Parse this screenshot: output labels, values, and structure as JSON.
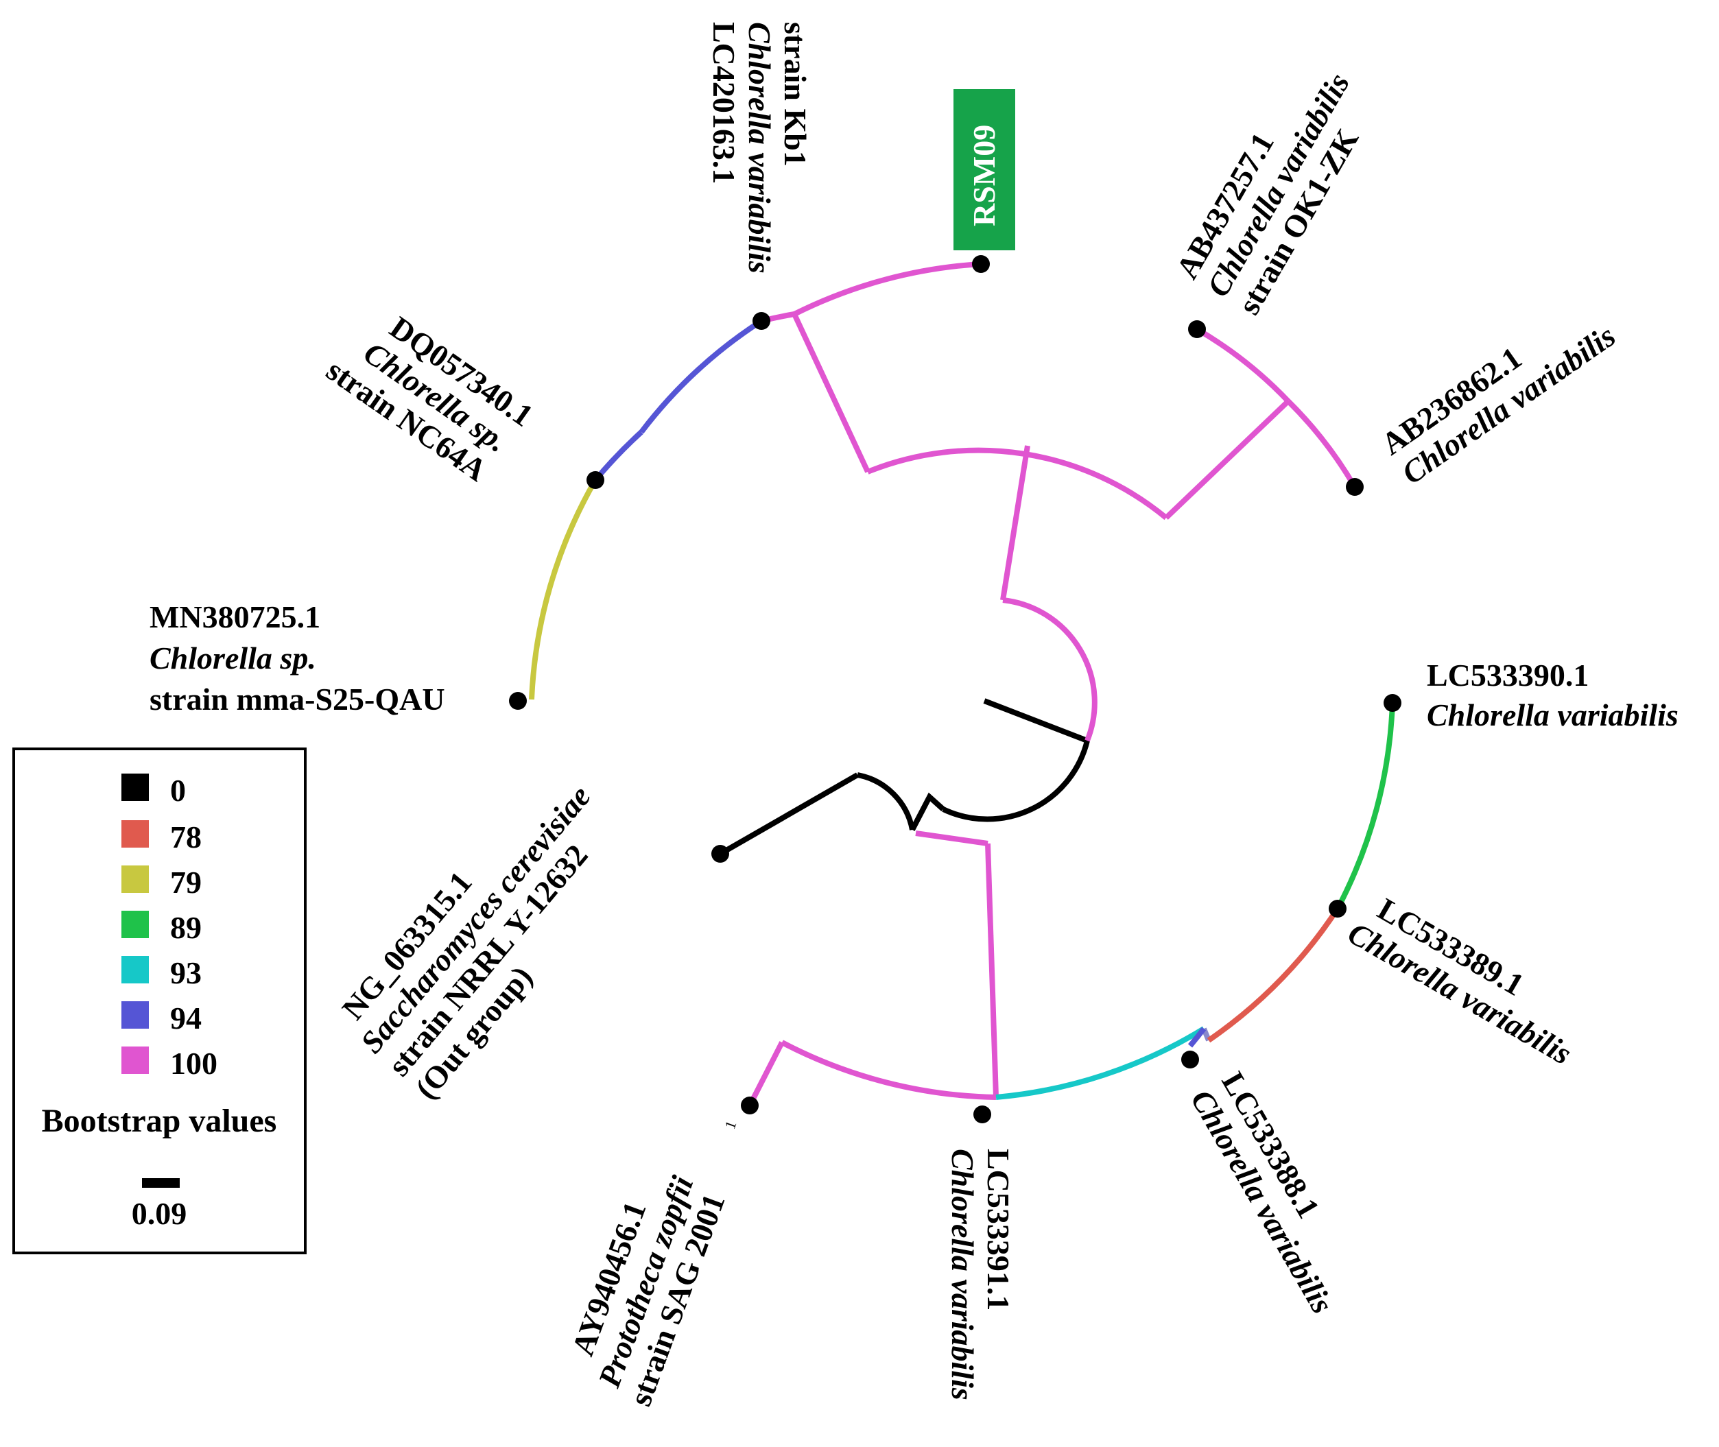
{
  "legend": {
    "title": "Bootstrap values",
    "entries": [
      {
        "value": "0",
        "color": "#000000"
      },
      {
        "value": "78",
        "color": "#e05a4e"
      },
      {
        "value": "79",
        "color": "#c8c840"
      },
      {
        "value": "89",
        "color": "#1fc24a"
      },
      {
        "value": "93",
        "color": "#16c8c8"
      },
      {
        "value": "94",
        "color": "#5555d5"
      },
      {
        "value": "100",
        "color": "#e055d0"
      }
    ],
    "scale_label": "0.09"
  },
  "highlight": {
    "color": "#16a34a"
  },
  "taxa": [
    {
      "id": "lc420163",
      "lines": [
        {
          "text": "LC420163.1",
          "style": "bold"
        },
        {
          "text": "Chlorella variabilis",
          "style": "bold-italic"
        },
        {
          "text": "strain Kb1",
          "style": "bold"
        }
      ]
    },
    {
      "id": "rsm09",
      "lines": [
        {
          "text": "RSM09",
          "style": "bold"
        }
      ]
    },
    {
      "id": "ab437257",
      "lines": [
        {
          "text": "AB437257.1",
          "style": "bold"
        },
        {
          "text": "Chlorella variabilis",
          "style": "bold-italic"
        },
        {
          "text": "strain OK1-ZK",
          "style": "bold"
        }
      ]
    },
    {
      "id": "ab236862",
      "lines": [
        {
          "text": "AB236862.1",
          "style": "bold"
        },
        {
          "text": "Chlorella variabilis",
          "style": "bold-italic"
        }
      ]
    },
    {
      "id": "dq057340",
      "lines": [
        {
          "text": "DQ057340.1",
          "style": "bold"
        },
        {
          "text": "Chlorella sp.",
          "style": "bold-italic"
        },
        {
          "text": "strain NC64A",
          "style": "bold"
        }
      ]
    },
    {
      "id": "mn380725",
      "lines": [
        {
          "text": "MN380725.1",
          "style": "bold"
        },
        {
          "text": "Chlorella sp.",
          "style": "bold-italic"
        },
        {
          "text": "strain mma-S25-QAU",
          "style": "bold"
        }
      ]
    },
    {
      "id": "lc533390",
      "lines": [
        {
          "text": "LC533390.1",
          "style": "bold"
        },
        {
          "text": "Chlorella variabilis",
          "style": "bold-italic"
        }
      ]
    },
    {
      "id": "lc533389",
      "lines": [
        {
          "text": "LC533389.1",
          "style": "bold"
        },
        {
          "text": "Chlorella variabilis",
          "style": "bold-italic"
        }
      ]
    },
    {
      "id": "ng063315",
      "lines": [
        {
          "text": "NG_063315.1",
          "style": "bold"
        },
        {
          "text": "Saccharomyces cerevisiae",
          "style": "bold-italic"
        },
        {
          "text": "strain NRRL Y-12632",
          "style": "bold"
        },
        {
          "text": "(Out group)",
          "style": "bold"
        }
      ]
    },
    {
      "id": "lc533388",
      "lines": [
        {
          "text": "LC533388.1",
          "style": "bold"
        },
        {
          "text": "Chlorella variabilis",
          "style": "bold-italic"
        }
      ]
    },
    {
      "id": "lc533391",
      "lines": [
        {
          "text": "LC533391.1",
          "style": "bold"
        },
        {
          "text": "Chlorella variabilis",
          "style": "bold-italic"
        }
      ]
    },
    {
      "id": "ay940456",
      "lines": [
        {
          "text": "AY940456.1",
          "style": "bold"
        },
        {
          "text": "Prototheca zopfii",
          "style": "bold-italic"
        },
        {
          "text": "strain SAG 2001",
          "style": "bold"
        }
      ]
    }
  ],
  "stray_mark": "1"
}
